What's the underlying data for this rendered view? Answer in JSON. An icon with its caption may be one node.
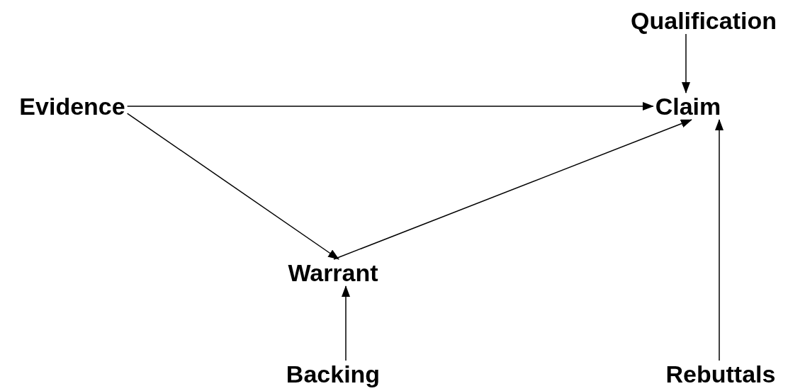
{
  "diagram": {
    "nodes": [
      {
        "text": [
          "Qualification"
        ]
      },
      {
        "text": [
          "Evidence"
        ]
      },
      {
        "text": [
          "Claim"
        ]
      },
      {
        "text": [
          "Warrant"
        ]
      },
      {
        "text": [
          "Backing"
        ]
      },
      {
        "text": [
          "Rebuttals"
        ]
      }
    ],
    "edges": [
      {
        "from": 0,
        "to": 2,
        "arrow": "to"
      },
      {
        "from": 1,
        "to": 2,
        "arrow": "to"
      },
      {
        "from": 1,
        "to": 3,
        "arrow": "to"
      },
      {
        "from": 3,
        "to": 2,
        "arrow": "to"
      },
      {
        "from": 4,
        "to": 3,
        "arrow": "to"
      },
      {
        "from": 5,
        "to": 2,
        "arrow": "to"
      }
    ]
  }
}
